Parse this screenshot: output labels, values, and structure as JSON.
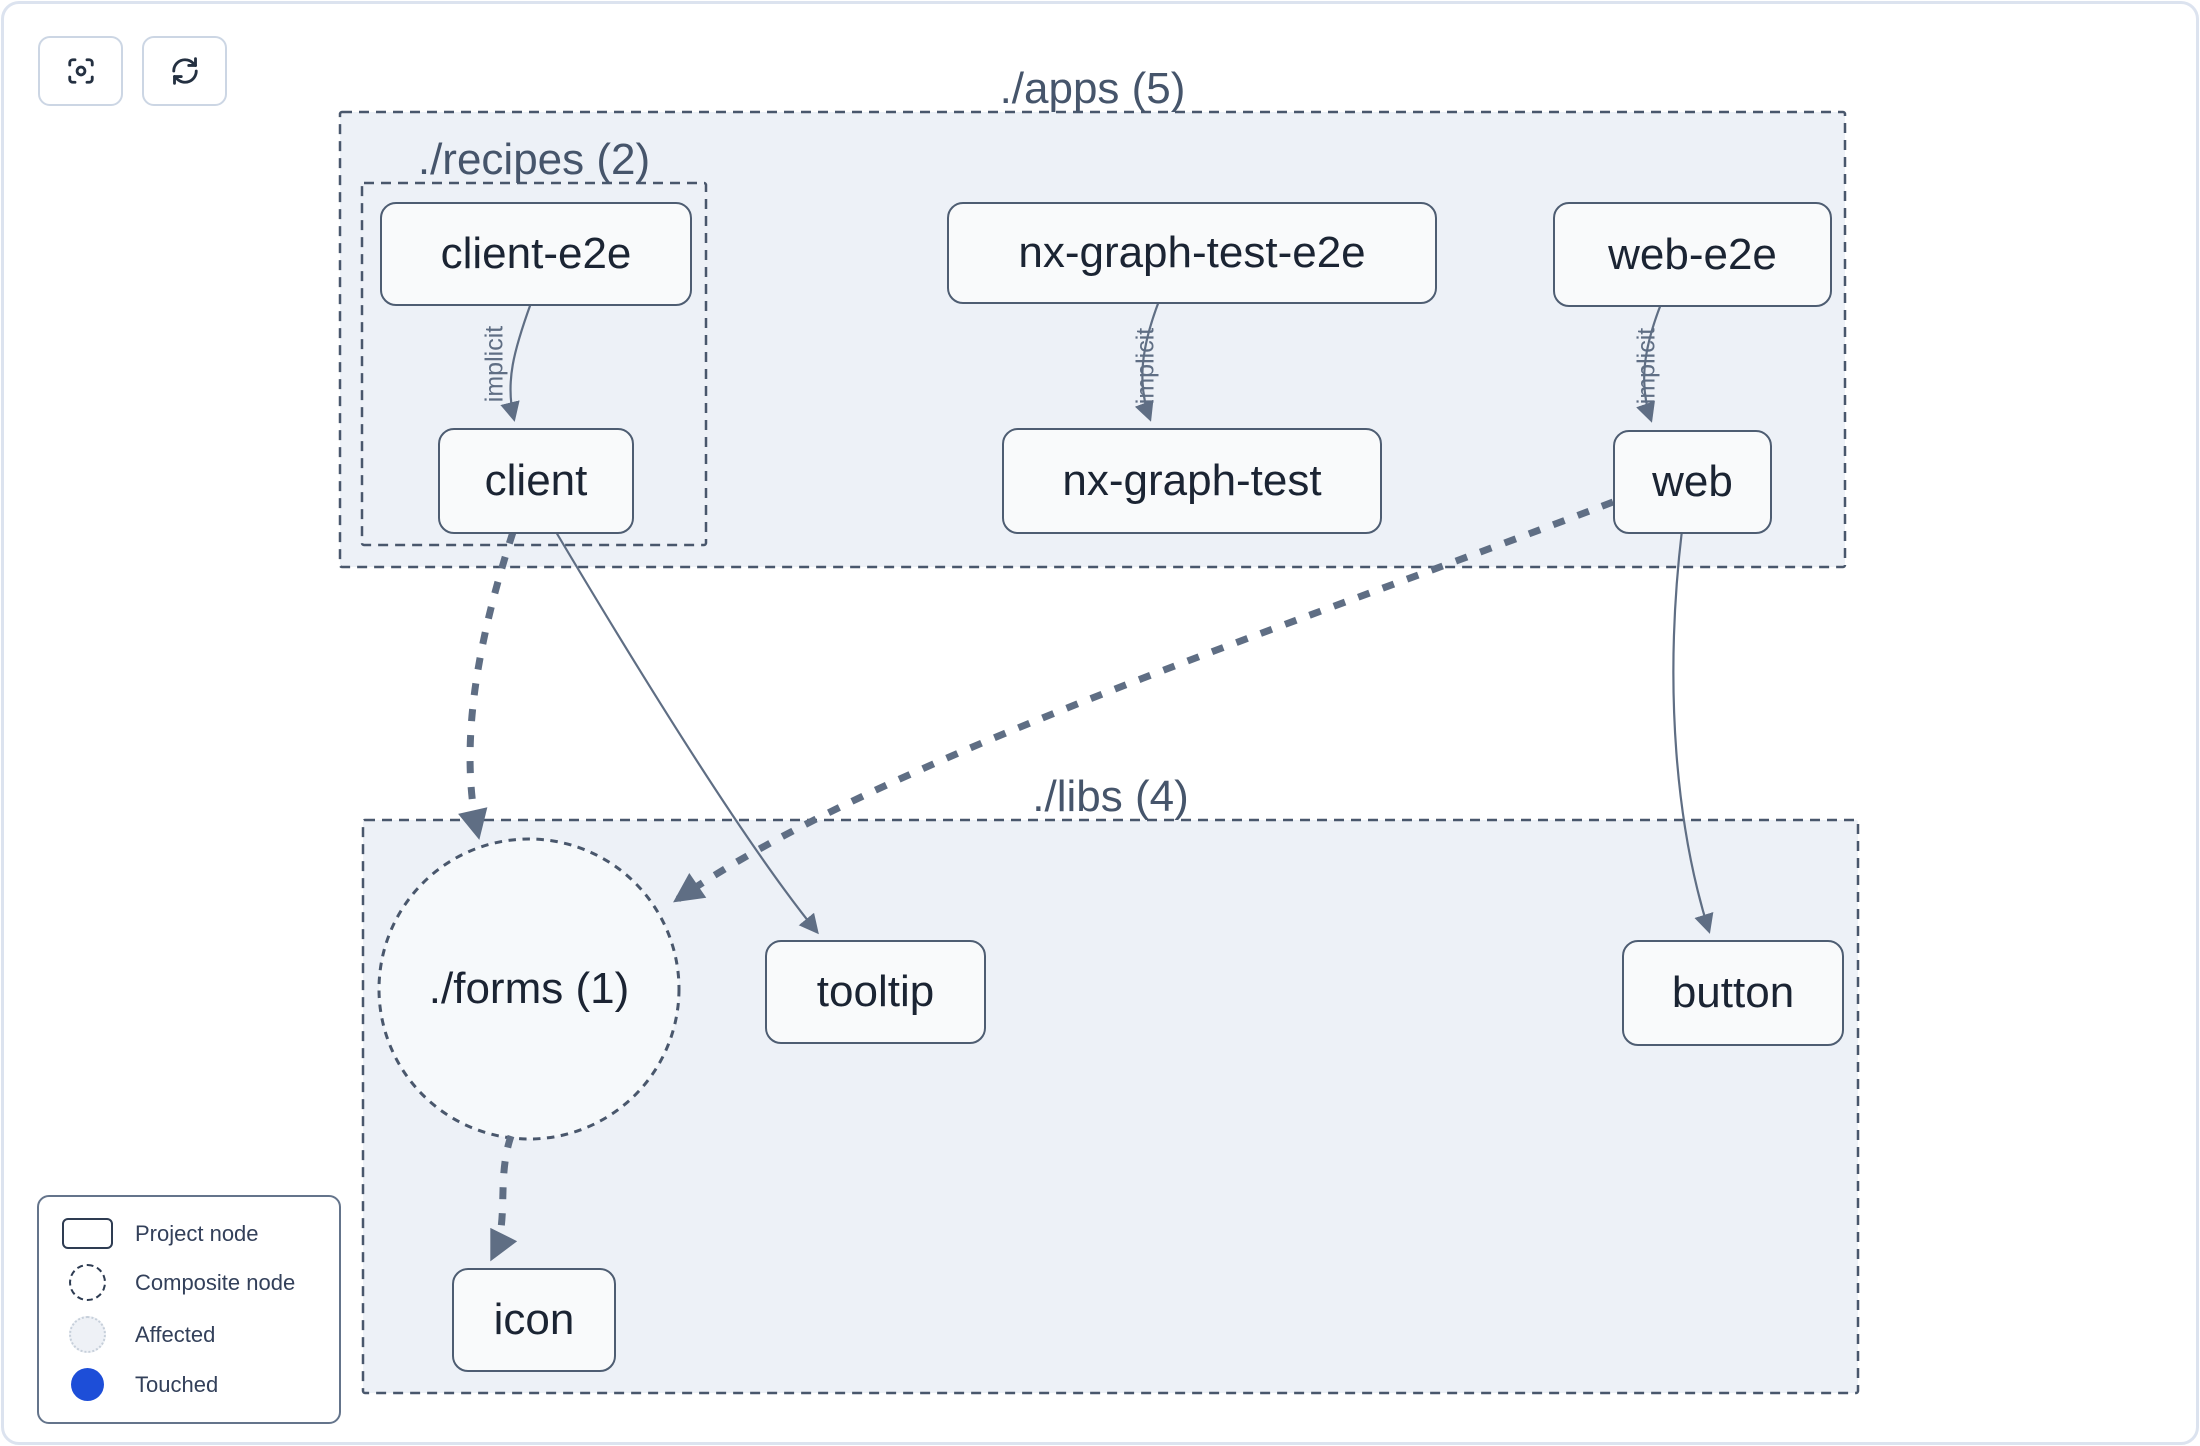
{
  "toolbar": {
    "buttons": [
      {
        "name": "zoom-to-fit",
        "icon": "focus-crosshair-icon"
      },
      {
        "name": "refresh",
        "icon": "refresh-icon"
      }
    ]
  },
  "graph": {
    "groups": {
      "apps": {
        "label": "./apps (5)"
      },
      "recipes": {
        "label": "./recipes (2)"
      },
      "libs": {
        "label": "./libs (4)"
      }
    },
    "composites": {
      "forms": {
        "label": "./forms (1)"
      }
    },
    "nodes": {
      "client_e2e": {
        "label": "client-e2e",
        "type": "project"
      },
      "client": {
        "label": "client",
        "type": "project"
      },
      "nx_graph_test_e2e": {
        "label": "nx-graph-test-e2e",
        "type": "project"
      },
      "nx_graph_test": {
        "label": "nx-graph-test",
        "type": "project"
      },
      "web_e2e": {
        "label": "web-e2e",
        "type": "project"
      },
      "web": {
        "label": "web",
        "type": "project"
      },
      "tooltip": {
        "label": "tooltip",
        "type": "project"
      },
      "button": {
        "label": "button",
        "type": "project"
      },
      "icon": {
        "label": "icon",
        "type": "project"
      }
    },
    "edges": [
      {
        "source": "client-e2e",
        "target": "client",
        "type": "implicit",
        "label": "implicit"
      },
      {
        "source": "nx-graph-test-e2e",
        "target": "nx-graph-test",
        "type": "implicit",
        "label": "implicit"
      },
      {
        "source": "web-e2e",
        "target": "web",
        "type": "implicit",
        "label": "implicit"
      },
      {
        "source": "client",
        "target": "./forms",
        "type": "dependency",
        "label": ""
      },
      {
        "source": "web",
        "target": "./forms",
        "type": "dependency",
        "label": ""
      },
      {
        "source": "./forms",
        "target": "icon",
        "type": "dependency",
        "label": ""
      },
      {
        "source": "client",
        "target": "tooltip",
        "type": "static",
        "label": ""
      },
      {
        "source": "web",
        "target": "button",
        "type": "static",
        "label": ""
      }
    ]
  },
  "legend": {
    "items": [
      {
        "swatch": "project-node-swatch",
        "label": "Project node"
      },
      {
        "swatch": "composite-node-swatch",
        "label": "Composite node"
      },
      {
        "swatch": "affected-swatch",
        "label": "Affected"
      },
      {
        "swatch": "touched-swatch",
        "label": "Touched"
      }
    ]
  },
  "colors": {
    "touched": "#1d4ed8",
    "container_fill": "#edf1f7",
    "node_fill": "#f9fafb",
    "container_border": "#49576c",
    "node_border": "#4e5d72",
    "edge": "#5f6e84",
    "node_text": "#1b2433",
    "group_label": "#46556b"
  }
}
